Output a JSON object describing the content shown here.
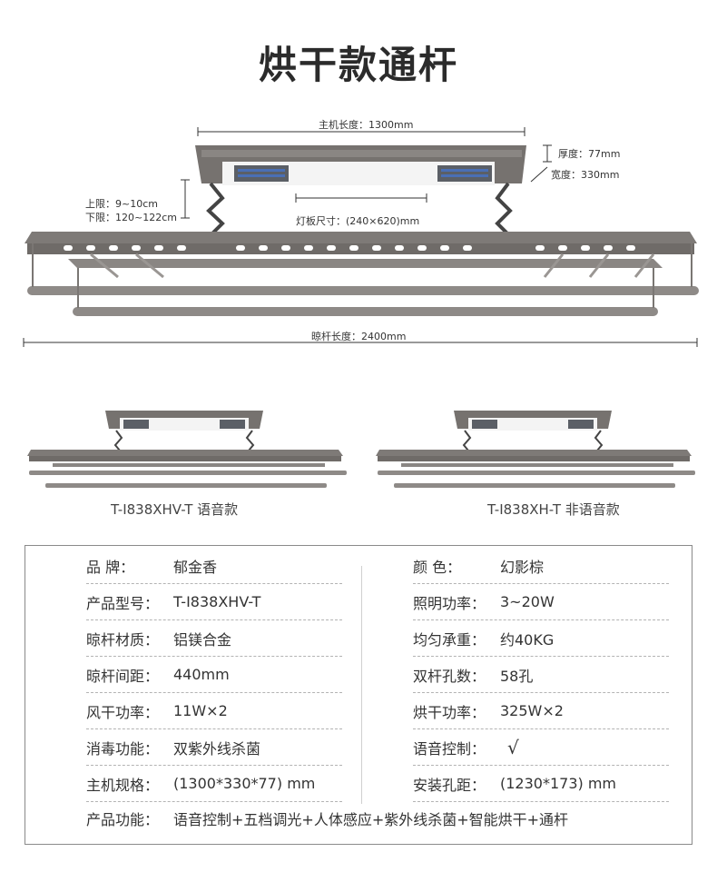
{
  "title": "烘干款通杆",
  "dimensions": {
    "host_length": "主机长度：1300mm",
    "thickness": "厚度：77mm",
    "width": "宽度：330mm",
    "upper_limit": "上限：9~10cm",
    "lower_limit": "下限：120~122cm",
    "lamp_size": "灯板尺寸：(240×620)mm",
    "rod_length": "晾杆长度：2400mm"
  },
  "variants": [
    {
      "caption": "T-I838XHV-T 语音款"
    },
    {
      "caption": "T-I838XH-T 非语音款"
    }
  ],
  "specs": {
    "left": [
      {
        "k": "品    牌：",
        "v": "郁金香"
      },
      {
        "k": "产品型号：",
        "v": "T-I838XHV-T"
      },
      {
        "k": "晾杆材质：",
        "v": "铝镁合金"
      },
      {
        "k": "晾杆间距：",
        "v": "440mm"
      },
      {
        "k": "风干功率：",
        "v": "11W×2"
      },
      {
        "k": "消毒功能：",
        "v": "双紫外线杀菌"
      },
      {
        "k": "主机规格：",
        "v": "(1300*330*77) mm"
      }
    ],
    "right": [
      {
        "k": "颜    色：",
        "v": "幻影棕"
      },
      {
        "k": "照明功率：",
        "v": "3~20W"
      },
      {
        "k": "均匀承重：",
        "v": "约40KG"
      },
      {
        "k": "双杆孔数：",
        "v": "58孔"
      },
      {
        "k": "烘干功率：",
        "v": "325W×2"
      },
      {
        "k": "语音控制：",
        "v": "√"
      },
      {
        "k": "安装孔距：",
        "v": "(1230*173) mm"
      }
    ],
    "functions": {
      "k": "产品功能：",
      "v": "语音控制+五档调光+人体感应+紫外线杀菌+智能烘干+通杆"
    }
  }
}
